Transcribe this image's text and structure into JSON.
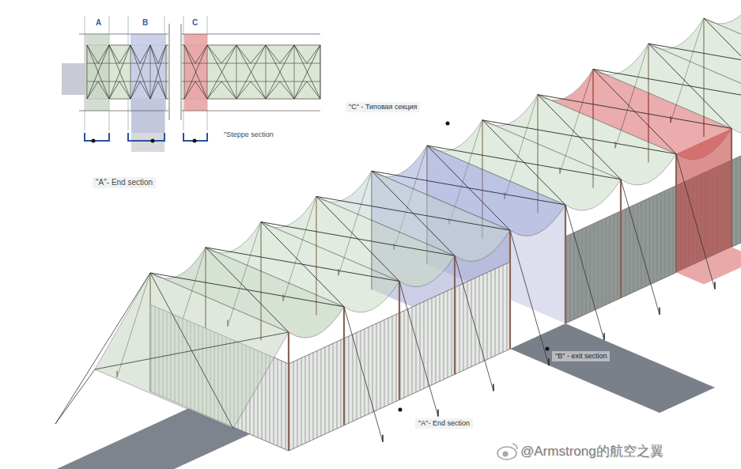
{
  "diagram": {
    "labels": [
      "A",
      "B",
      "C",
      "\"Steppe section",
      "\"A\"- End section",
      "\"C\" - Типовая секция",
      "\"B\" - exit section",
      "\"A\"- End section",
      "@Armstrong的航空之翼"
    ]
  }
}
